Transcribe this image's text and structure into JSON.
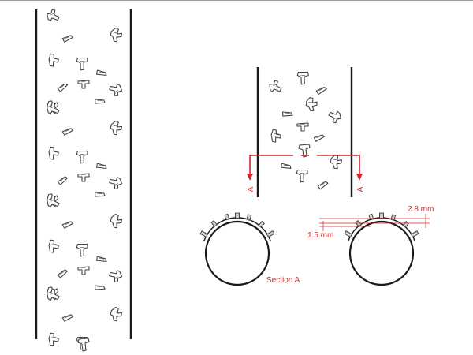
{
  "labels": {
    "section_marker": "A",
    "section_caption": "Section A",
    "dim_height": "2.8 mm",
    "dim_depth": "1.5 mm"
  },
  "colors": {
    "line": "#1a1a1a",
    "annotation": "#d02828",
    "shape_stroke": "#444444",
    "shape_fill": "#ffffff"
  },
  "icons": {
    "tread_block": "tread-block-icon"
  }
}
